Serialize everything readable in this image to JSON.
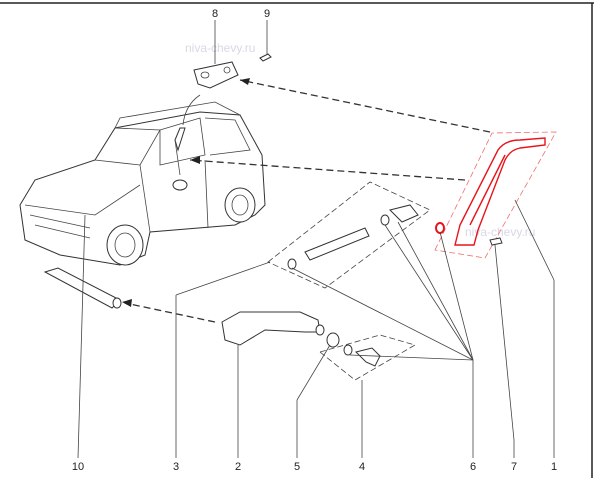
{
  "watermark": "niva-chevy.ru",
  "callouts": {
    "c1": "1",
    "c2": "2",
    "c3": "3",
    "c4": "4",
    "c5": "5",
    "c6": "6",
    "c7": "7",
    "c8": "8",
    "c9": "9",
    "c10": "10"
  },
  "colors": {
    "highlight": "#e8141b",
    "line": "#333333"
  }
}
